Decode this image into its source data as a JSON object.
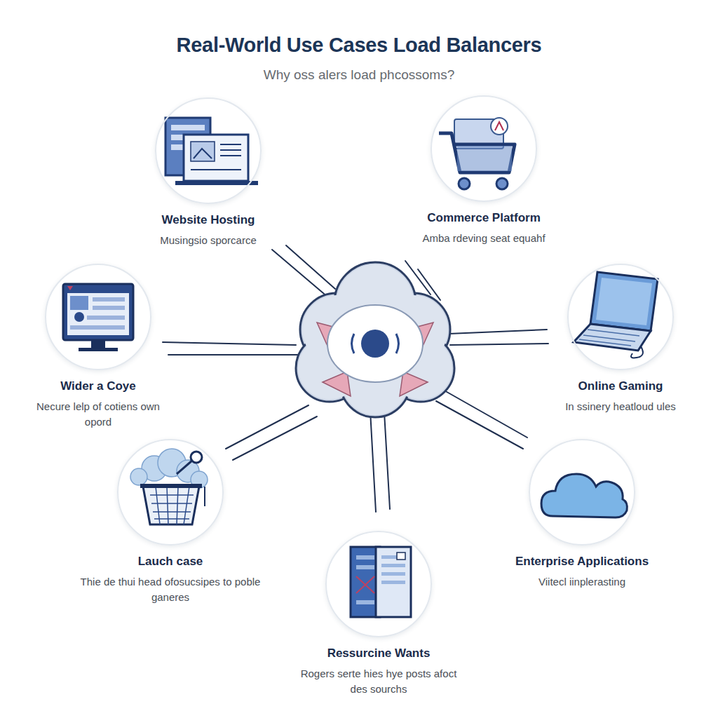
{
  "diagram": {
    "title": "Real-World Use Cases Load Balancers",
    "nodes": [
      {
        "text": [
          "Website Hosting",
          "Musingsio sporcarce"
        ]
      },
      {
        "text": [
          "Commerce Platform",
          "Amba rdeving seat equahf"
        ]
      },
      {
        "text": [
          "Wider a Coye",
          "Necure lelp of cotiens own opord"
        ]
      },
      {
        "text": [
          "Online Gaming",
          "In ssinery heatloud ules"
        ]
      },
      {
        "text": [
          "Lauch case",
          "Thie de thui head ofosucsipes to poble ganeres"
        ]
      },
      {
        "text": [
          "Enterprise Applications",
          "Viitecl iinplerasting"
        ]
      },
      {
        "text": [
          "Ressurcine Wants",
          "Rogers serte hies hye posts afoct des sourchs"
        ]
      }
    ],
    "labels": [
      "Why oss alers load phcossoms?"
    ]
  }
}
